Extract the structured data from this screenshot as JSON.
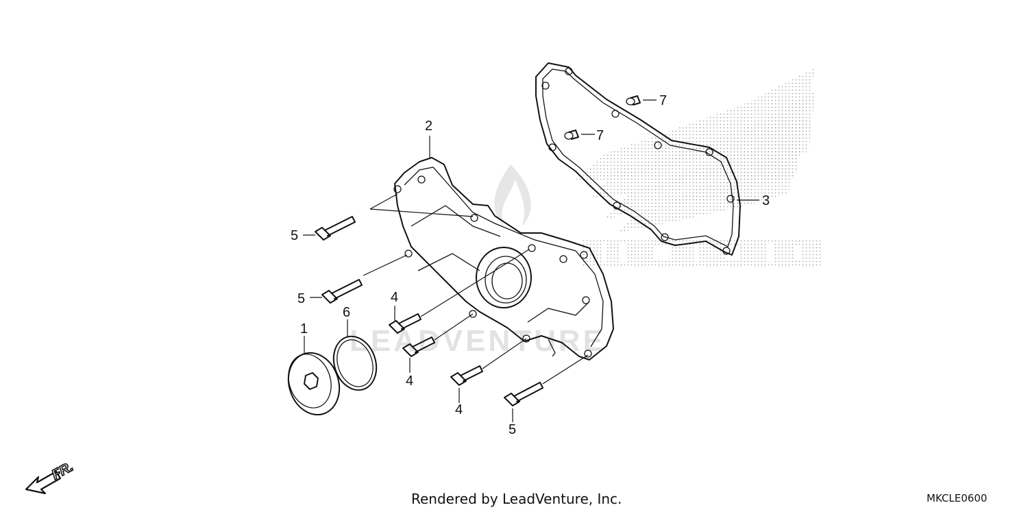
{
  "footer": {
    "rendered_by": "Rendered by LeadVenture, Inc.",
    "ref_code": "MKCLE0600"
  },
  "orientation_label": "FR.",
  "watermark": {
    "brand": "HONDA",
    "text": "LEADVENTURE"
  },
  "callouts": {
    "part_1": "1",
    "part_2": "2",
    "part_3": "3",
    "part_4a": "4",
    "part_4b": "4",
    "part_4c": "4",
    "part_5a": "5",
    "part_5b": "5",
    "part_5c": "5",
    "part_6": "6",
    "part_7a": "7",
    "part_7b": "7"
  },
  "colors": {
    "ink": "#111111",
    "watermark": "#e2e2e2",
    "dots": "#9a9a9a"
  }
}
